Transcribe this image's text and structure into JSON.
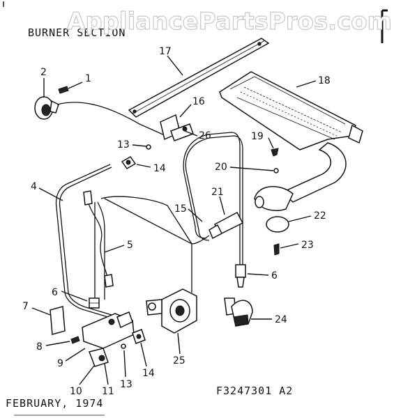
{
  "header": {
    "section_title": "BURNER SECTION",
    "watermark": "AppliancePartsPros.com"
  },
  "footer": {
    "date": "FEBRUARY, 1974",
    "part_code": "F3247301 A2"
  },
  "callouts": [
    {
      "label": "1"
    },
    {
      "label": "2"
    },
    {
      "label": "17"
    },
    {
      "label": "18"
    },
    {
      "label": "16"
    },
    {
      "label": "26"
    },
    {
      "label": "13"
    },
    {
      "label": "14"
    },
    {
      "label": "19"
    },
    {
      "label": "20"
    },
    {
      "label": "4"
    },
    {
      "label": "21"
    },
    {
      "label": "15"
    },
    {
      "label": "22"
    },
    {
      "label": "5"
    },
    {
      "label": "23"
    },
    {
      "label": "6"
    },
    {
      "label": "6"
    },
    {
      "label": "7"
    },
    {
      "label": "24"
    },
    {
      "label": "8"
    },
    {
      "label": "9"
    },
    {
      "label": "14"
    },
    {
      "label": "13"
    },
    {
      "label": "25"
    },
    {
      "label": "10"
    },
    {
      "label": "11"
    }
  ]
}
